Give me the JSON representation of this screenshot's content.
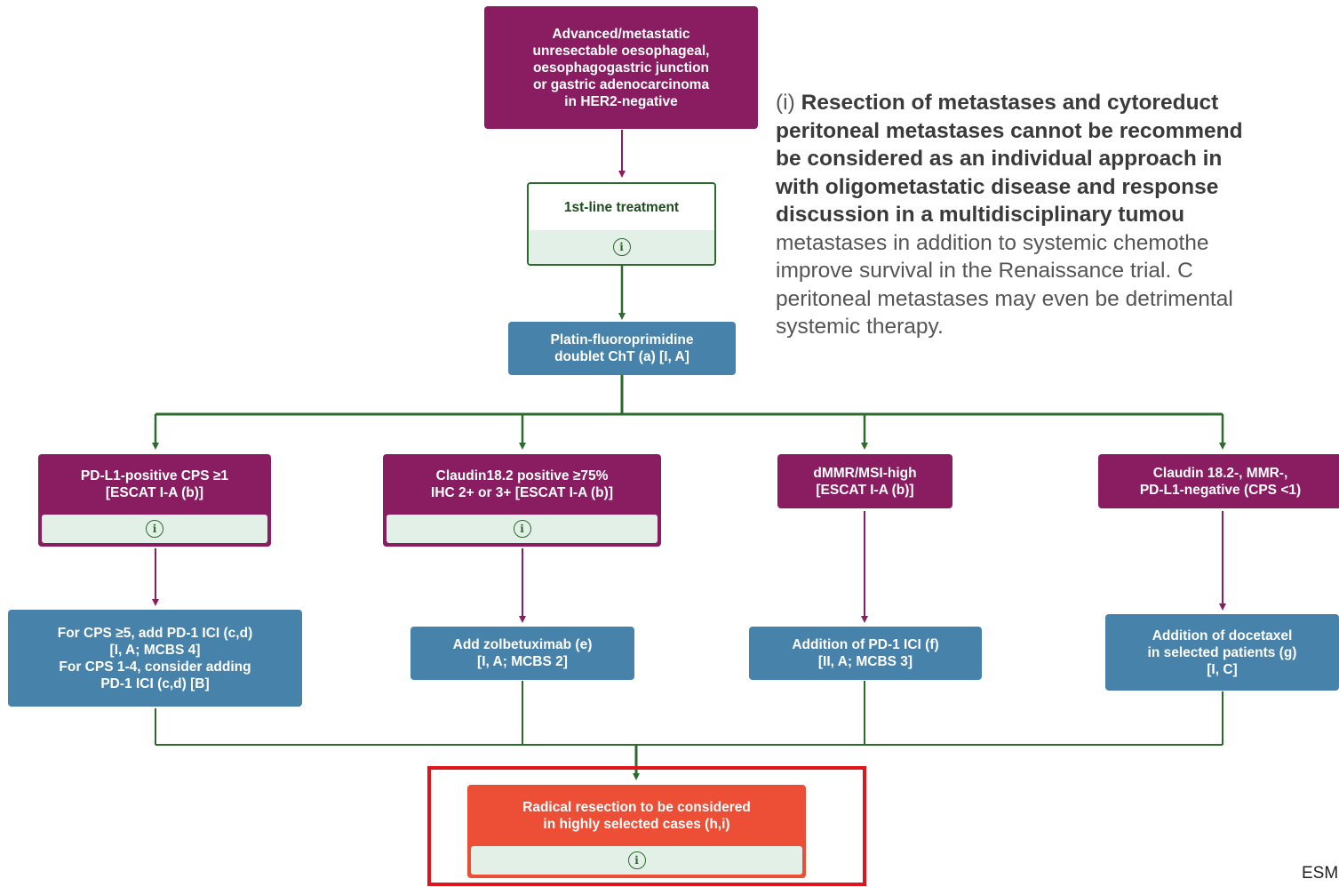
{
  "nodes": {
    "start": "Advanced/metastatic\nunresectable oesophageal,\noesophagogastric junction\nor gastric adenocarcinoma\nin HER2-negative",
    "first_line": "1st-line treatment",
    "platin": "Platin-fluoroprimidine\ndoublet ChT (a) [I, A]",
    "pdl1_pos": "PD-L1-positive CPS ≥1\n[ESCAT I-A (b)]",
    "claudin_pos": "Claudin18.2 positive ≥75%\nIHC 2+ or 3+ [ESCAT I-A (b)]",
    "dmmr": "dMMR/MSI-high\n[ESCAT I-A (b)]",
    "claudin_neg": "Claudin 18.2-, MMR-,\nPD-L1-negative (CPS <1)",
    "cps_treatment": "For CPS ≥5, add PD-1 ICI (c,d)\n[I, A; MCBS 4]\nFor CPS 1-4, consider adding\nPD-1 ICI (c,d) [B]",
    "zolbetuximab": "Add zolbetuximab (e)\n[I, A; MCBS 2]",
    "pd1_addition": "Addition of PD-1 ICI (f)\n[II, A; MCBS 3]",
    "docetaxel": "Addition of docetaxel\nin selected patients (g)\n[I, C]",
    "resection": "Radical resection to be considered\nin highly selected cases (h,i)"
  },
  "info_icon": {
    "icon": "info-circle-icon",
    "glyph": "i"
  },
  "note": {
    "marker": "(i)",
    "line1": "Resection of metastases and cytoreduct",
    "line2": "peritoneal metastases cannot be recommend",
    "line3": "be considered as an individual approach in",
    "line4": "with oligometastatic disease and response",
    "line5": "discussion in a multidisciplinary tumou",
    "line6": "metastases in addition to systemic chemothe",
    "line7": "improve survival in the Renaissance trial. C",
    "line8": "peritoneal metastases may even be detrimental",
    "line9": "systemic therapy."
  },
  "footer": "ESM",
  "colors": {
    "purple": "#8a1d62",
    "blue": "#4682a9",
    "orange": "#ec4f35",
    "green": "#2d6a2d",
    "highlight": "#e0141b"
  }
}
